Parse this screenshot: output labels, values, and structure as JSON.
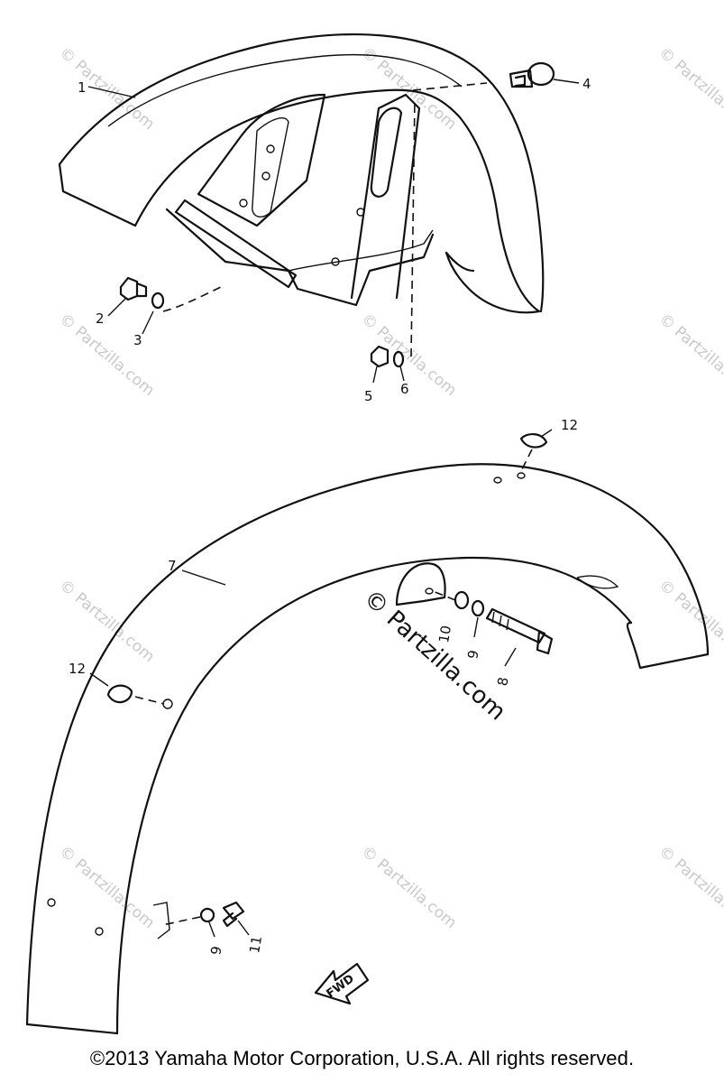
{
  "watermark": "© Partzilla.com",
  "center_watermark": "© Partzilla.com",
  "callouts": {
    "c1": "1",
    "c2": "2",
    "c3": "3",
    "c4": "4",
    "c5": "5",
    "c6": "6",
    "c7": "7",
    "c8": "8",
    "c9a": "9",
    "c9b": "9",
    "c10": "10",
    "c11": "11",
    "c12a": "12",
    "c12b": "12"
  },
  "fwd_label": "FWD",
  "copyright": "©2013 Yamaha Motor Corporation, U.S.A. All rights reserved."
}
